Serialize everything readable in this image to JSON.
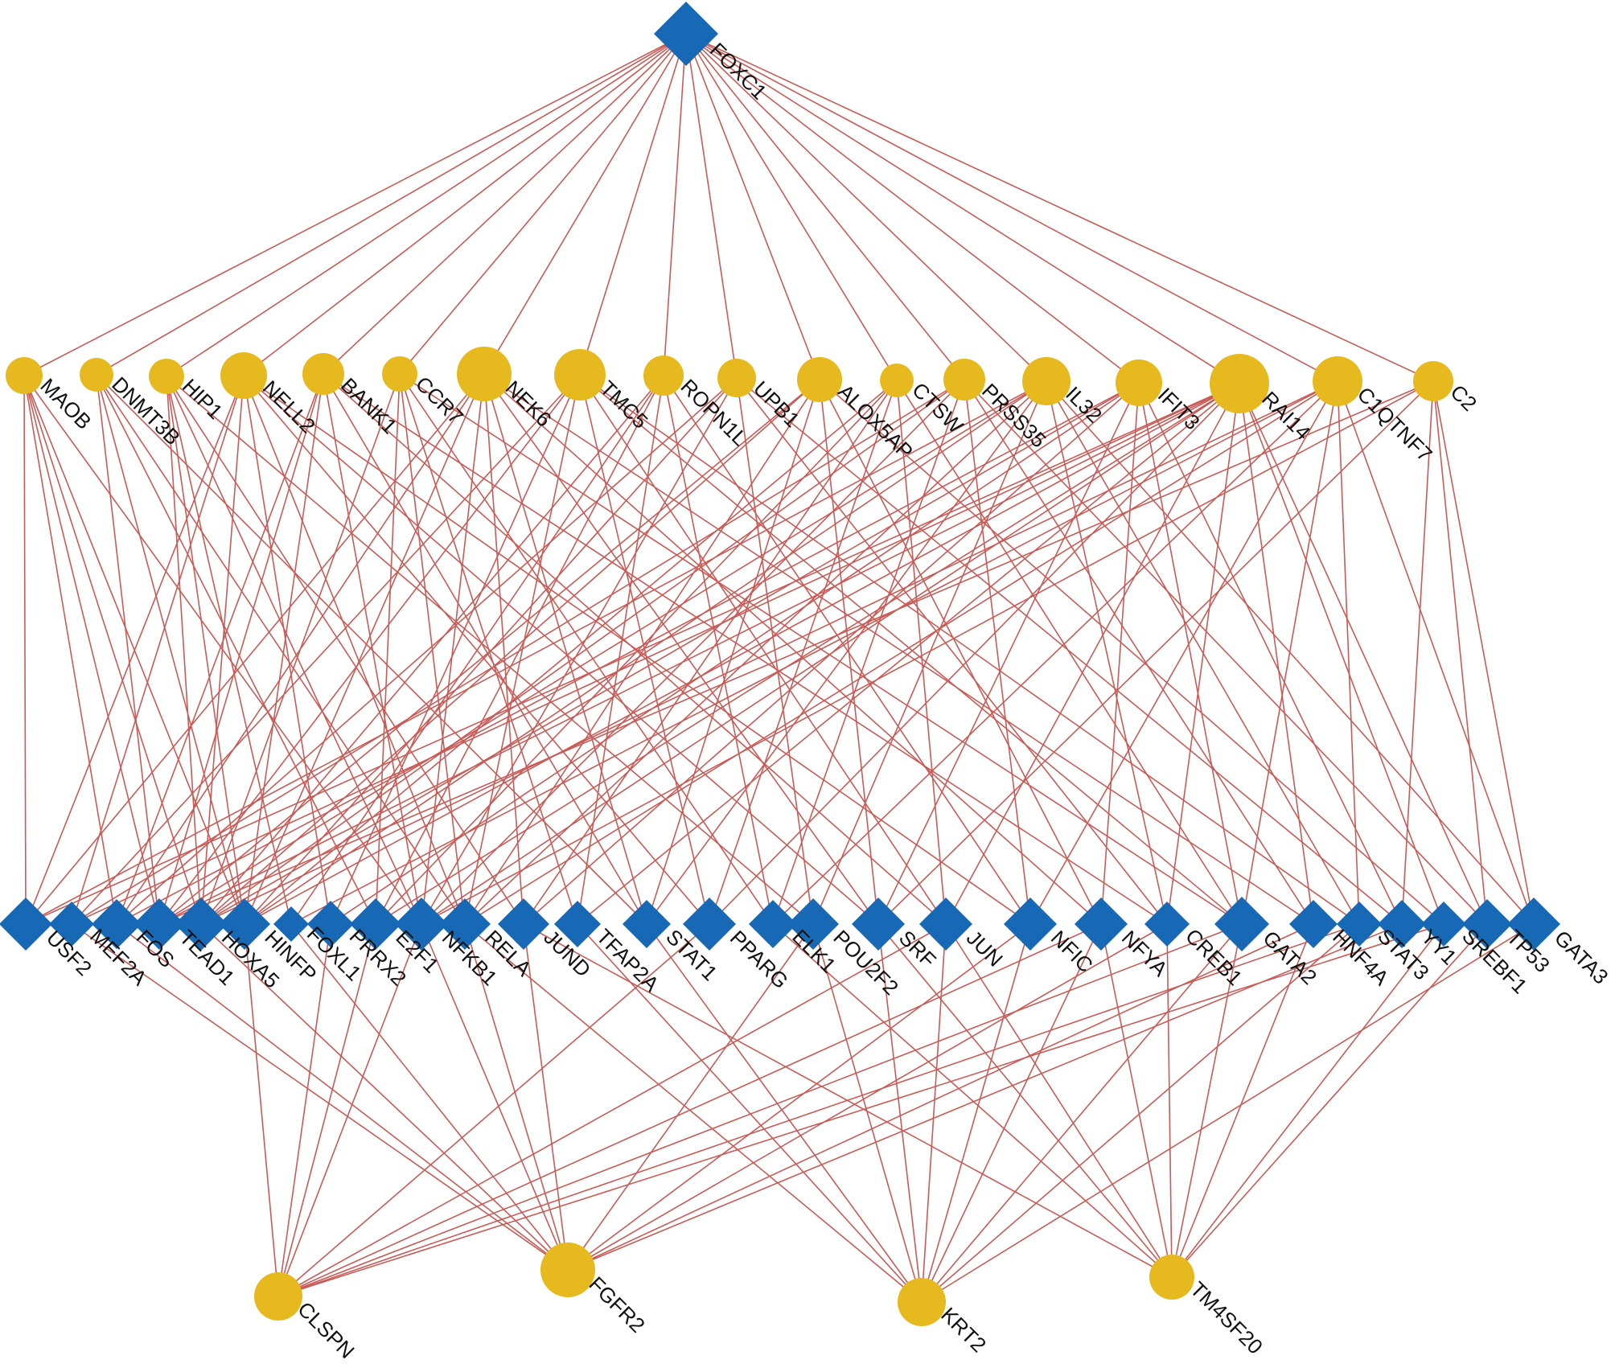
{
  "colors": {
    "tf": "#1769b5",
    "gene": "#e6ba1f",
    "edge": "#c95b57",
    "label": "#111111"
  },
  "hub": {
    "id": "FOXC1",
    "shape": "diamond"
  },
  "upper_genes": [
    "MAOB",
    "DNMT3B",
    "HIP1",
    "NELL2",
    "BANK1",
    "CCR7",
    "NEK6",
    "TMC5",
    "ROPN1L",
    "UPB1",
    "ALOX5AP",
    "CTSW",
    "PRSS35",
    "IL32",
    "IFIT3",
    "RAI14",
    "C1QTNF7",
    "C2"
  ],
  "tfs": [
    "USF2",
    "MEF2A",
    "FOS",
    "TEAD1",
    "HOXA5",
    "HINFP",
    "FOXL1",
    "PRRX2",
    "E2F1",
    "NFKB1",
    "RELA",
    "JUND",
    "TFAP2A",
    "STAT1",
    "PPARG",
    "ELK1",
    "POU2F2",
    "SRF",
    "JUN",
    "NFIC",
    "NFYA",
    "CREB1",
    "GATA2",
    "HNF4A",
    "STAT3",
    "YY1",
    "SREBF1",
    "TP53",
    "GATA3"
  ],
  "lower_genes": [
    "CLSPN",
    "FGFR2",
    "KRT2",
    "TM4SF20"
  ],
  "edges": [
    [
      "FOXC1",
      "MAOB"
    ],
    [
      "FOXC1",
      "DNMT3B"
    ],
    [
      "FOXC1",
      "HIP1"
    ],
    [
      "FOXC1",
      "NELL2"
    ],
    [
      "FOXC1",
      "BANK1"
    ],
    [
      "FOXC1",
      "CCR7"
    ],
    [
      "FOXC1",
      "NEK6"
    ],
    [
      "FOXC1",
      "TMC5"
    ],
    [
      "FOXC1",
      "ROPN1L"
    ],
    [
      "FOXC1",
      "UPB1"
    ],
    [
      "FOXC1",
      "ALOX5AP"
    ],
    [
      "FOXC1",
      "CTSW"
    ],
    [
      "FOXC1",
      "PRSS35"
    ],
    [
      "FOXC1",
      "IL32"
    ],
    [
      "FOXC1",
      "IFIT3"
    ],
    [
      "FOXC1",
      "RAI14"
    ],
    [
      "FOXC1",
      "C1QTNF7"
    ],
    [
      "FOXC1",
      "C2"
    ],
    [
      "MAOB",
      "USF2"
    ],
    [
      "MAOB",
      "FOS"
    ],
    [
      "MAOB",
      "TEAD1"
    ],
    [
      "MAOB",
      "HOXA5"
    ],
    [
      "MAOB",
      "HINFP"
    ],
    [
      "MAOB",
      "NFKB1"
    ],
    [
      "DNMT3B",
      "TEAD1"
    ],
    [
      "DNMT3B",
      "HINFP"
    ],
    [
      "DNMT3B",
      "E2F1"
    ],
    [
      "DNMT3B",
      "RELA"
    ],
    [
      "DNMT3B",
      "STAT1"
    ],
    [
      "HIP1",
      "HOXA5"
    ],
    [
      "HIP1",
      "HINFP"
    ],
    [
      "HIP1",
      "FOXL1"
    ],
    [
      "HIP1",
      "NFKB1"
    ],
    [
      "HIP1",
      "JUND"
    ],
    [
      "HIP1",
      "POU2F2"
    ],
    [
      "NELL2",
      "USF2"
    ],
    [
      "NELL2",
      "MEF2A"
    ],
    [
      "NELL2",
      "HOXA5"
    ],
    [
      "NELL2",
      "PRRX2"
    ],
    [
      "NELL2",
      "RELA"
    ],
    [
      "NELL2",
      "PPARG"
    ],
    [
      "NELL2",
      "SRF"
    ],
    [
      "NELL2",
      "NFIC"
    ],
    [
      "BANK1",
      "FOS"
    ],
    [
      "BANK1",
      "TEAD1"
    ],
    [
      "BANK1",
      "HINFP"
    ],
    [
      "BANK1",
      "NFKB1"
    ],
    [
      "BANK1",
      "STAT1"
    ],
    [
      "BANK1",
      "JUN"
    ],
    [
      "BANK1",
      "CREB1"
    ],
    [
      "CCR7",
      "HOXA5"
    ],
    [
      "CCR7",
      "E2F1"
    ],
    [
      "CCR7",
      "RELA"
    ],
    [
      "CCR7",
      "TFAP2A"
    ],
    [
      "CCR7",
      "ELK1"
    ],
    [
      "CCR7",
      "GATA2"
    ],
    [
      "NEK6",
      "USF2"
    ],
    [
      "NEK6",
      "FOS"
    ],
    [
      "NEK6",
      "HINFP"
    ],
    [
      "NEK6",
      "NFKB1"
    ],
    [
      "NEK6",
      "JUND"
    ],
    [
      "NEK6",
      "STAT1"
    ],
    [
      "NEK6",
      "SRF"
    ],
    [
      "NEK6",
      "NFYA"
    ],
    [
      "NEK6",
      "HNF4A"
    ],
    [
      "TMC5",
      "MEF2A"
    ],
    [
      "TMC5",
      "TEAD1"
    ],
    [
      "TMC5",
      "PRRX2"
    ],
    [
      "TMC5",
      "RELA"
    ],
    [
      "TMC5",
      "PPARG"
    ],
    [
      "TMC5",
      "JUN"
    ],
    [
      "TMC5",
      "GATA2"
    ],
    [
      "TMC5",
      "STAT3"
    ],
    [
      "ROPN1L",
      "HOXA5"
    ],
    [
      "ROPN1L",
      "FOXL1"
    ],
    [
      "ROPN1L",
      "E2F1"
    ],
    [
      "ROPN1L",
      "TFAP2A"
    ],
    [
      "ROPN1L",
      "ELK1"
    ],
    [
      "ROPN1L",
      "NFIC"
    ],
    [
      "UPB1",
      "FOS"
    ],
    [
      "UPB1",
      "HINFP"
    ],
    [
      "UPB1",
      "NFKB1"
    ],
    [
      "UPB1",
      "POU2F2"
    ],
    [
      "UPB1",
      "CREB1"
    ],
    [
      "UPB1",
      "YY1"
    ],
    [
      "ALOX5AP",
      "TEAD1"
    ],
    [
      "ALOX5AP",
      "HOXA5"
    ],
    [
      "ALOX5AP",
      "RELA"
    ],
    [
      "ALOX5AP",
      "STAT1"
    ],
    [
      "ALOX5AP",
      "SRF"
    ],
    [
      "ALOX5AP",
      "NFYA"
    ],
    [
      "ALOX5AP",
      "SREBF1"
    ],
    [
      "CTSW",
      "HINFP"
    ],
    [
      "CTSW",
      "E2F1"
    ],
    [
      "CTSW",
      "JUND"
    ],
    [
      "CTSW",
      "PPARG"
    ],
    [
      "CTSW",
      "JUN"
    ],
    [
      "CTSW",
      "GATA2"
    ],
    [
      "PRSS35",
      "MEF2A"
    ],
    [
      "PRSS35",
      "HOXA5"
    ],
    [
      "PRSS35",
      "NFKB1"
    ],
    [
      "PRSS35",
      "ELK1"
    ],
    [
      "PRSS35",
      "NFIC"
    ],
    [
      "PRSS35",
      "HNF4A"
    ],
    [
      "PRSS35",
      "TP53"
    ],
    [
      "IL32",
      "USF2"
    ],
    [
      "IL32",
      "TEAD1"
    ],
    [
      "IL32",
      "HINFP"
    ],
    [
      "IL32",
      "RELA"
    ],
    [
      "IL32",
      "STAT1"
    ],
    [
      "IL32",
      "POU2F2"
    ],
    [
      "IL32",
      "CREB1"
    ],
    [
      "IL32",
      "STAT3"
    ],
    [
      "IL32",
      "GATA3"
    ],
    [
      "IFIT3",
      "FOS"
    ],
    [
      "IFIT3",
      "HOXA5"
    ],
    [
      "IFIT3",
      "PRRX2"
    ],
    [
      "IFIT3",
      "JUND"
    ],
    [
      "IFIT3",
      "SRF"
    ],
    [
      "IFIT3",
      "NFYA"
    ],
    [
      "IFIT3",
      "GATA2"
    ],
    [
      "IFIT3",
      "YY1"
    ],
    [
      "RAI14",
      "USF2"
    ],
    [
      "RAI14",
      "MEF2A"
    ],
    [
      "RAI14",
      "TEAD1"
    ],
    [
      "RAI14",
      "HINFP"
    ],
    [
      "RAI14",
      "E2F1"
    ],
    [
      "RAI14",
      "NFKB1"
    ],
    [
      "RAI14",
      "TFAP2A"
    ],
    [
      "RAI14",
      "PPARG"
    ],
    [
      "RAI14",
      "JUN"
    ],
    [
      "RAI14",
      "CREB1"
    ],
    [
      "RAI14",
      "HNF4A"
    ],
    [
      "RAI14",
      "SREBF1"
    ],
    [
      "RAI14",
      "TP53"
    ],
    [
      "C1QTNF7",
      "HOXA5"
    ],
    [
      "C1QTNF7",
      "FOXL1"
    ],
    [
      "C1QTNF7",
      "RELA"
    ],
    [
      "C1QTNF7",
      "ELK1"
    ],
    [
      "C1QTNF7",
      "NFIC"
    ],
    [
      "C1QTNF7",
      "GATA2"
    ],
    [
      "C1QTNF7",
      "STAT3"
    ],
    [
      "C1QTNF7",
      "GATA3"
    ],
    [
      "C2",
      "TEAD1"
    ],
    [
      "C2",
      "NFKB1"
    ],
    [
      "C2",
      "SRF"
    ],
    [
      "C2",
      "YY1"
    ],
    [
      "C2",
      "TP53"
    ],
    [
      "C2",
      "GATA3"
    ],
    [
      "CLSPN",
      "HINFP"
    ],
    [
      "CLSPN",
      "PRRX2"
    ],
    [
      "CLSPN",
      "E2F1"
    ],
    [
      "CLSPN",
      "NFKB1"
    ],
    [
      "CLSPN",
      "PPARG"
    ],
    [
      "CLSPN",
      "JUN"
    ],
    [
      "CLSPN",
      "NFYA"
    ],
    [
      "CLSPN",
      "GATA2"
    ],
    [
      "CLSPN",
      "STAT3"
    ],
    [
      "CLSPN",
      "SREBF1"
    ],
    [
      "FGFR2",
      "MEF2A"
    ],
    [
      "FGFR2",
      "FOS"
    ],
    [
      "FGFR2",
      "HOXA5"
    ],
    [
      "FGFR2",
      "FOXL1"
    ],
    [
      "FGFR2",
      "NFKB1"
    ],
    [
      "FGFR2",
      "RELA"
    ],
    [
      "FGFR2",
      "JUND"
    ],
    [
      "FGFR2",
      "POU2F2"
    ],
    [
      "FGFR2",
      "NFIC"
    ],
    [
      "FGFR2",
      "CREB1"
    ],
    [
      "FGFR2",
      "HNF4A"
    ],
    [
      "FGFR2",
      "YY1"
    ],
    [
      "KRT2",
      "RELA"
    ],
    [
      "KRT2",
      "TFAP2A"
    ],
    [
      "KRT2",
      "STAT1"
    ],
    [
      "KRT2",
      "POU2F2"
    ],
    [
      "KRT2",
      "SRF"
    ],
    [
      "KRT2",
      "JUN"
    ],
    [
      "KRT2",
      "NFIC"
    ],
    [
      "KRT2",
      "NFYA"
    ],
    [
      "KRT2",
      "GATA2"
    ],
    [
      "KRT2",
      "STAT3"
    ],
    [
      "KRT2",
      "GATA3"
    ],
    [
      "TM4SF20",
      "JUND"
    ],
    [
      "TM4SF20",
      "ELK1"
    ],
    [
      "TM4SF20",
      "SRF"
    ],
    [
      "TM4SF20",
      "JUN"
    ],
    [
      "TM4SF20",
      "NFYA"
    ],
    [
      "TM4SF20",
      "CREB1"
    ],
    [
      "TM4SF20",
      "GATA2"
    ],
    [
      "TM4SF20",
      "HNF4A"
    ],
    [
      "TM4SF20",
      "SREBF1"
    ],
    [
      "TM4SF20",
      "TP53"
    ]
  ]
}
